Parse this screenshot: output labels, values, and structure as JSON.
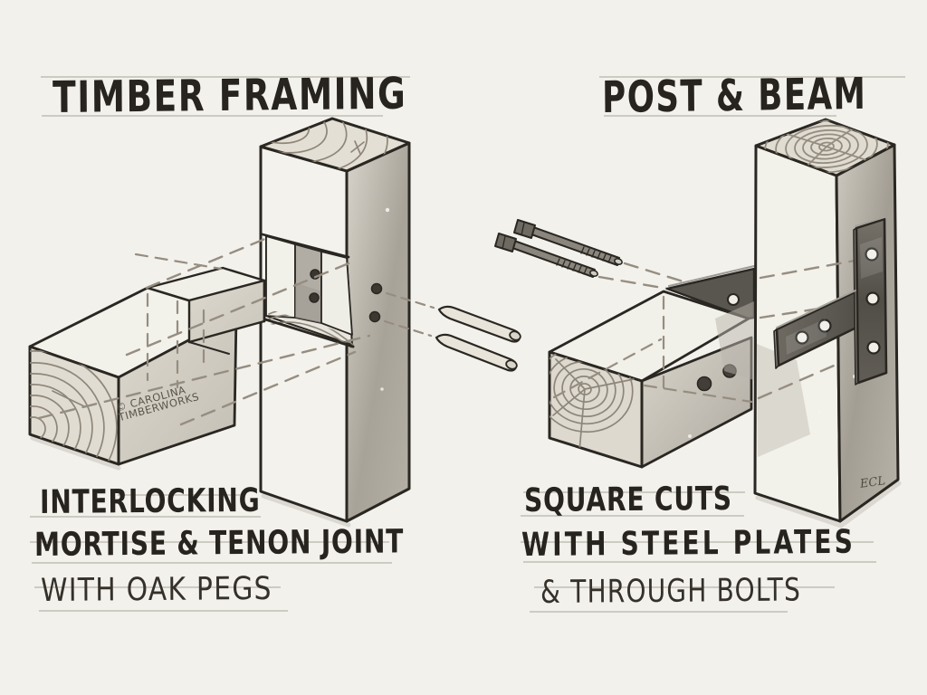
{
  "colors": {
    "background": "#f2f1ec",
    "ink": "#2a2722",
    "steel": "#59564f",
    "dash": "#968d81",
    "guide_line": "#c7c4bb",
    "wood_ring": "#8e8679"
  },
  "left_panel": {
    "title": "TIMBER FRAMING",
    "captions": [
      "INTERLOCKING",
      "MORTISE & TENON JOINT",
      "WITH OAK PEGS"
    ],
    "watermark_line1": "© CAROLINA",
    "watermark_line2": "TIMBERWORKS"
  },
  "right_panel": {
    "title": "POST & BEAM",
    "captions": [
      "SQUARE CUTS",
      "WITH STEEL PLATES",
      "& THROUGH BOLTS"
    ],
    "signature": "ECL"
  }
}
